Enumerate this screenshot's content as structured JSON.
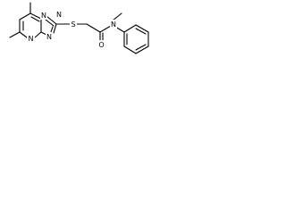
{
  "structure": {
    "atoms": {
      "n_bridge": "N",
      "n_triazole": "N",
      "n_triazole_lower": "N",
      "n_pyrimidine": "N",
      "sulfur": "S",
      "oxygen": "O",
      "n_amide": "N"
    }
  }
}
